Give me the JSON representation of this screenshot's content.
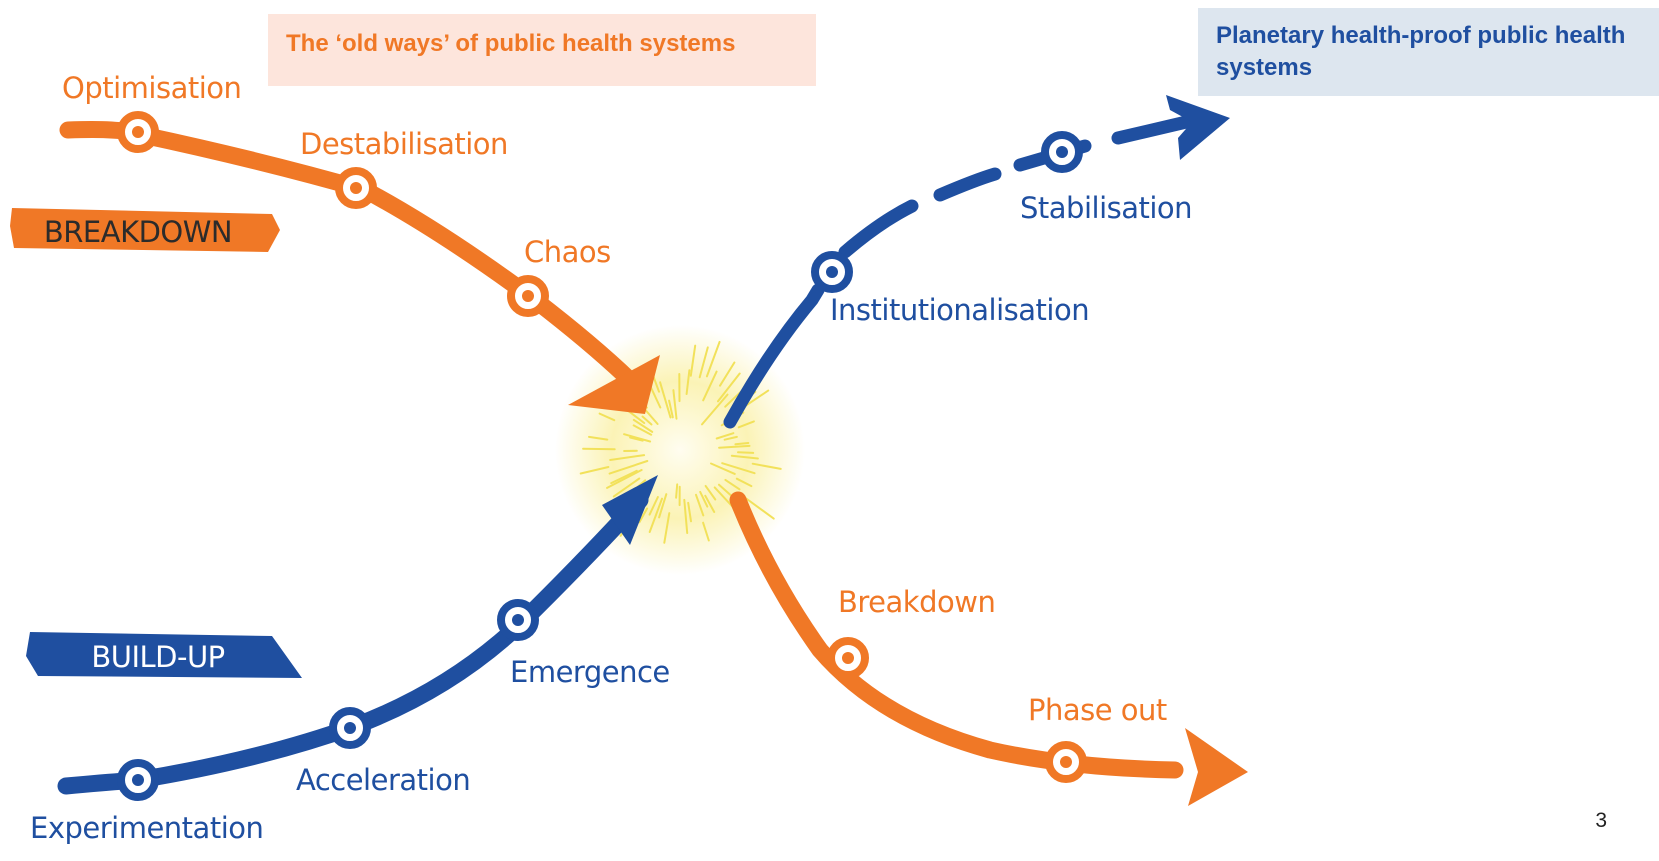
{
  "callouts": {
    "old_ways": "The ‘old ways’ of public health systems",
    "planetary": "Planetary health-proof public health systems"
  },
  "phases": {
    "breakdown_banner": "BREAKDOWN",
    "buildup_banner": "BUILD-UP"
  },
  "stages": {
    "optimisation": "Optimisation",
    "destabilisation": "Destabilisation",
    "chaos": "Chaos",
    "experimentation": "Experimentation",
    "acceleration": "Acceleration",
    "emergence": "Emergence",
    "institutionalisation": "Institutionalisation",
    "stabilisation": "Stabilisation",
    "breakdown": "Breakdown",
    "phase_out": "Phase out"
  },
  "colors": {
    "orange": "#f07826",
    "blue": "#1f4fa0",
    "burst": "#fbf2a8"
  },
  "page_number": "3"
}
